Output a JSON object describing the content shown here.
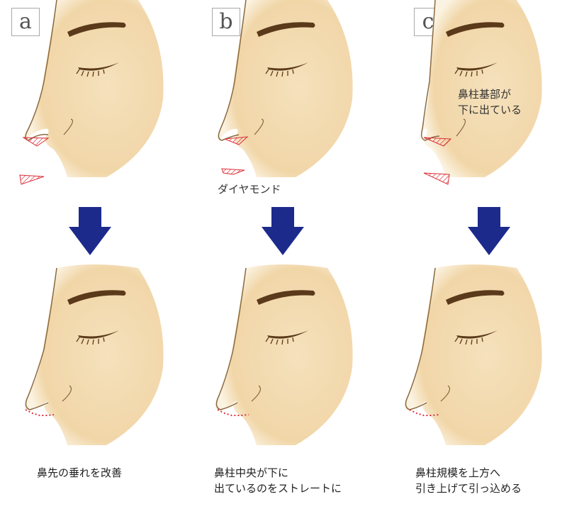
{
  "panels": [
    {
      "letter": "a",
      "caption_lines": [
        "鼻先の垂れを改善"
      ]
    },
    {
      "letter": "b",
      "label": "ダイヤモンド",
      "caption_lines": [
        "鼻柱中央が下に",
        "出ているのをストレートに"
      ]
    },
    {
      "letter": "c",
      "label_lines": [
        "鼻柱基部が",
        "下に出ている"
      ],
      "caption_lines": [
        "鼻柱規模を上方へ",
        "引き上げて引っ込める"
      ]
    }
  ],
  "colors": {
    "skin": "#f4dfb8",
    "skin_shadow": "#efd5a3",
    "outline": "#8a6a40",
    "brow": "#5a3a1a",
    "hatch": "#d9303a",
    "arrow": "#1c2a8c"
  },
  "icons": {
    "arrow": "arrow-down-icon"
  }
}
